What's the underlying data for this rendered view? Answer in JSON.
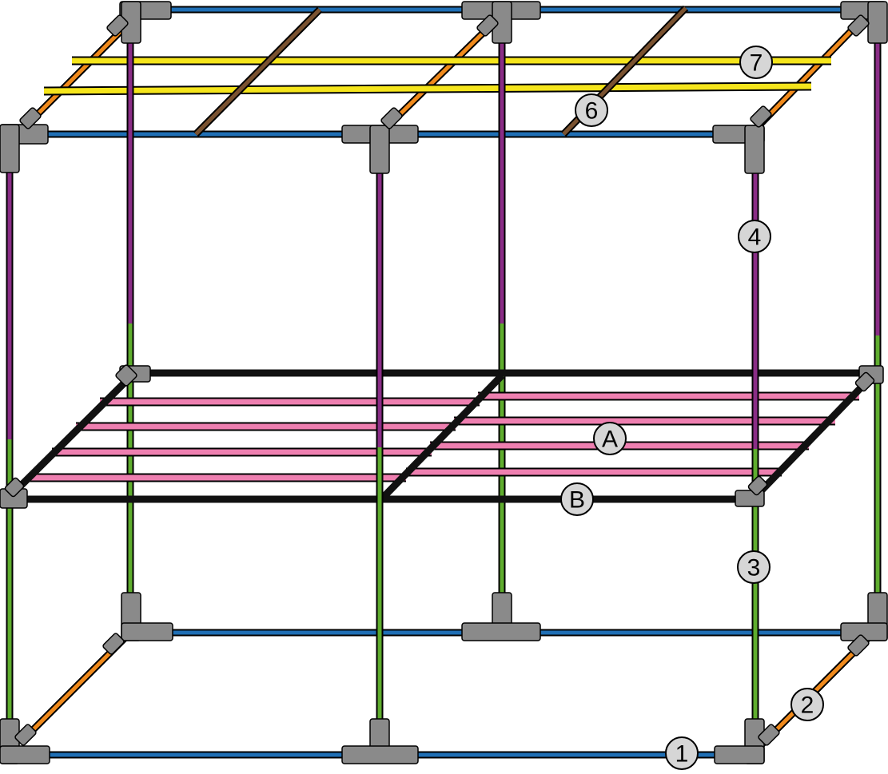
{
  "colors": {
    "pipe_1": "#1f6fb5",
    "pipe_2": "#f08a1c",
    "pipe_3": "#5fad2e",
    "pipe_4": "#8a2d86",
    "pipe_6": "#7a5230",
    "pipe_7": "#f5e51c",
    "pipe_A": "#ee7fb0",
    "pipe_B": "#111111",
    "fitting": "#8a8a8a"
  },
  "callouts": {
    "c1": "1",
    "c2": "2",
    "c3": "3",
    "c4": "4",
    "c6": "6",
    "c7": "7",
    "cA": "A",
    "cB": "B"
  }
}
